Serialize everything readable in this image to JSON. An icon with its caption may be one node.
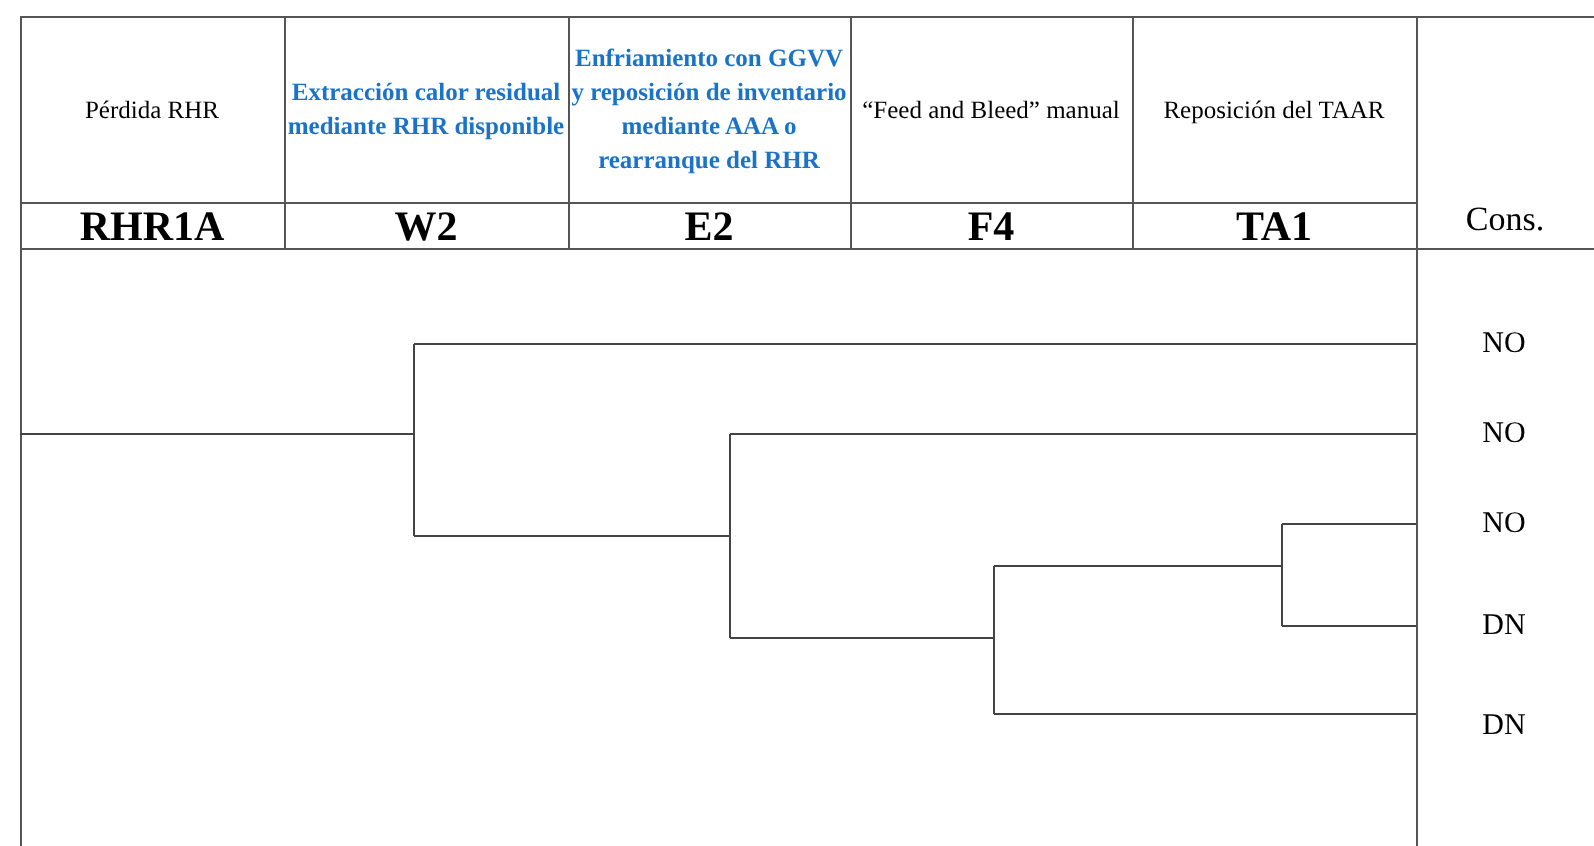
{
  "diagram": {
    "labels": [
      "Pérdida RHR",
      "Extracción calor residual mediante RHR disponible",
      "Enfriamiento con GGVV y reposición de inventario mediante AAA o rearranque del RHR",
      "“Feed and Bleed” manual",
      "Reposición del TAAR",
      "RHR1A",
      "W2",
      "E2",
      "F4",
      "TA1",
      "Cons.",
      "NO",
      "NO",
      "NO",
      "DN",
      "DN"
    ]
  }
}
